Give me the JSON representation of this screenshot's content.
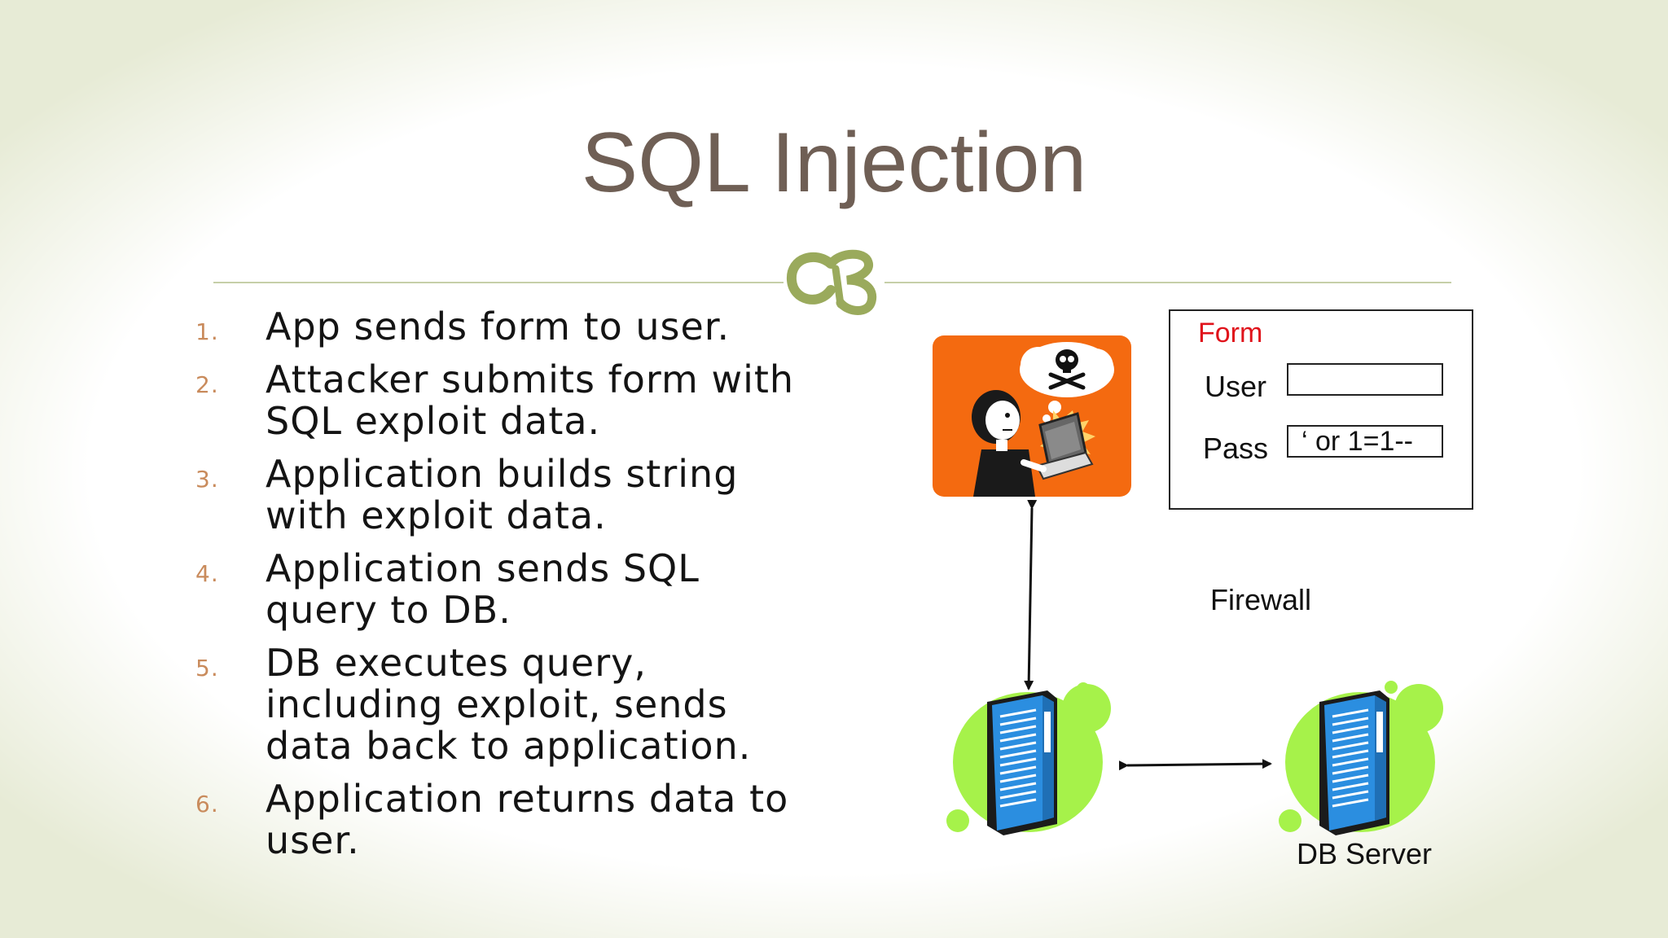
{
  "slide": {
    "title": "SQL Injection",
    "steps": [
      {
        "num": "1.",
        "text": "App sends form to user."
      },
      {
        "num": "2.",
        "text": "Attacker submits form with SQL exploit data."
      },
      {
        "num": "3.",
        "text": "Application builds string with exploit data."
      },
      {
        "num": "4.",
        "text": "Application sends SQL query to DB."
      },
      {
        "num": "5.",
        "text": "DB executes query, including exploit, sends data back to application."
      },
      {
        "num": "6.",
        "text": "Application returns data to user."
      }
    ]
  },
  "diagram": {
    "form_title": "Form",
    "user_label": "User",
    "user_value": "",
    "pass_label": "Pass",
    "pass_value": "‘ or 1=1--",
    "firewall_label": "Firewall",
    "db_server_label": "DB Server"
  },
  "colors": {
    "title": "#6f5f55",
    "accent_orange": "#f46a10",
    "form_red": "#e0131b",
    "ornament_green": "#9aaa5c",
    "blob_green": "#a6f24a",
    "server_blue": "#2b8ee0"
  }
}
